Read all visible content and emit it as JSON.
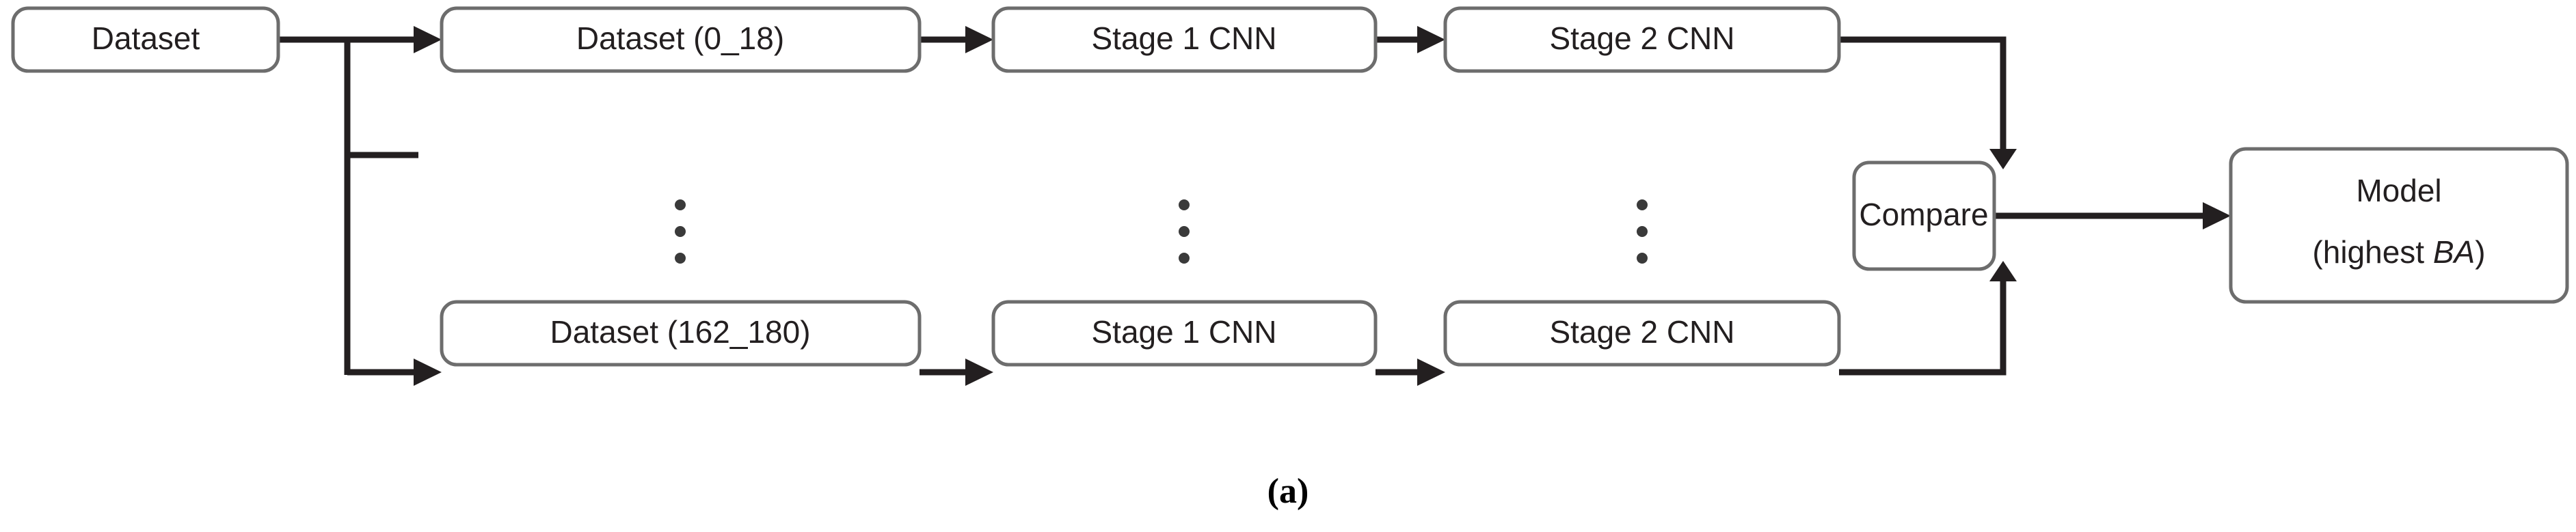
{
  "figure": {
    "caption": "(a)",
    "colors": {
      "box_stroke": "#6d6d6d",
      "box_fill": "#ffffff",
      "edge": "#231f20",
      "text": "#231f20",
      "background": "#ffffff"
    }
  },
  "nodes": {
    "source": {
      "label": "Dataset"
    },
    "row_top": {
      "dataset": {
        "label": "Dataset (0_18)"
      },
      "stage1": {
        "label": "Stage 1 CNN"
      },
      "stage2": {
        "label": "Stage 2 CNN"
      }
    },
    "row_bottom": {
      "dataset": {
        "label": "Dataset (162_180)"
      },
      "stage1": {
        "label": "Stage 1 CNN"
      },
      "stage2": {
        "label": "Stage 2 CNN"
      }
    },
    "compare": {
      "label": "Compare"
    },
    "model": {
      "line1": "Model",
      "line2_prefix": "(highest ",
      "line2_italic": "BA",
      "line2_suffix": ")"
    }
  },
  "ellipsis": {
    "glyph": "⋮",
    "count": 3,
    "columns": [
      "dataset-column",
      "stage1-column",
      "stage2-column"
    ]
  },
  "edges": [
    {
      "from": "Dataset",
      "to": "Dataset (0_18)"
    },
    {
      "from": "Dataset",
      "to": "Dataset (162_180)"
    },
    {
      "from": "Dataset (0_18)",
      "to": "Stage 1 CNN"
    },
    {
      "from": "Stage 1 CNN",
      "to": "Stage 2 CNN"
    },
    {
      "from": "Stage 2 CNN",
      "to": "Compare"
    },
    {
      "from": "Dataset (162_180)",
      "to": "Stage 1 CNN"
    },
    {
      "from": "Stage 1 CNN",
      "to": "Stage 2 CNN"
    },
    {
      "from": "Stage 2 CNN",
      "to": "Compare"
    },
    {
      "from": "Compare",
      "to": "Model (highest BA)"
    }
  ]
}
